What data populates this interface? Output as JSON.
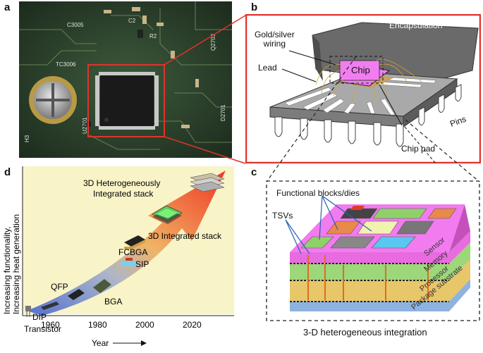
{
  "panels": {
    "a": {
      "letter": "a",
      "pcb_texts": [
        "C3005",
        "C2",
        "R2",
        "TC3006",
        "U2701",
        "H3",
        "Q2703",
        "D2701"
      ]
    },
    "b": {
      "letter": "b",
      "encapsulation": "Encapsulation",
      "wiring": [
        "Gold/silver",
        "wiring"
      ],
      "lead": "Lead",
      "chip": "Chip",
      "pins": "Pins",
      "chip_pad": "Chip pad"
    },
    "c": {
      "letter": "c",
      "functional_blocks": "Functional blocks/dies",
      "tsvs": "TSVs",
      "layers": [
        "Sensor",
        "Memory",
        "Processor",
        "Package substrate"
      ],
      "caption": "3-D heterogeneous integration",
      "colors": {
        "sensor": "#e86be0",
        "memory": "#9ed67a",
        "processor": "#e8c66a",
        "substrate": "#8fb3e0"
      }
    },
    "d": {
      "letter": "d",
      "ylabel": [
        "Increasing functionality,",
        "Increasing heat generation"
      ],
      "xlabel": "Year",
      "xticks": [
        "1960",
        "1980",
        "2000",
        "2020"
      ],
      "stages": [
        "Transistor",
        "DIP",
        "QFP",
        "BGA",
        "FCBGA",
        "SIP",
        "3D Integrated stack",
        "3D Heterogeneously",
        "Integrated stack"
      ]
    }
  },
  "accent": "#e0332a"
}
